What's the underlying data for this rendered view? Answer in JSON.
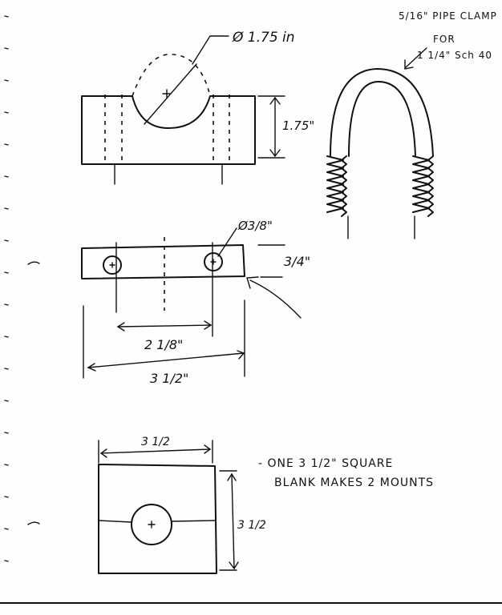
{
  "labels": {
    "top_diameter": "Ø 1.75 in",
    "top_height": "1.75\"",
    "pipe_clamp_size": "5/16\" PIPE CLAMP",
    "pipe_clamp_for": "FOR",
    "pipe_clamp_pipe": "1 1/4\" Sch 40",
    "hole_diameter": "Ø3/8\"",
    "thickness": "3/4\"",
    "hole_spacing": "2 1/8\"",
    "overall_width": "3 1/2\"",
    "blank_width": "3 1/2",
    "blank_height": "3 1/2",
    "note_line1": "- ONE 3 1/2\" SQUARE",
    "note_line2": "BLANK MAKES 2 MOUNTS"
  }
}
